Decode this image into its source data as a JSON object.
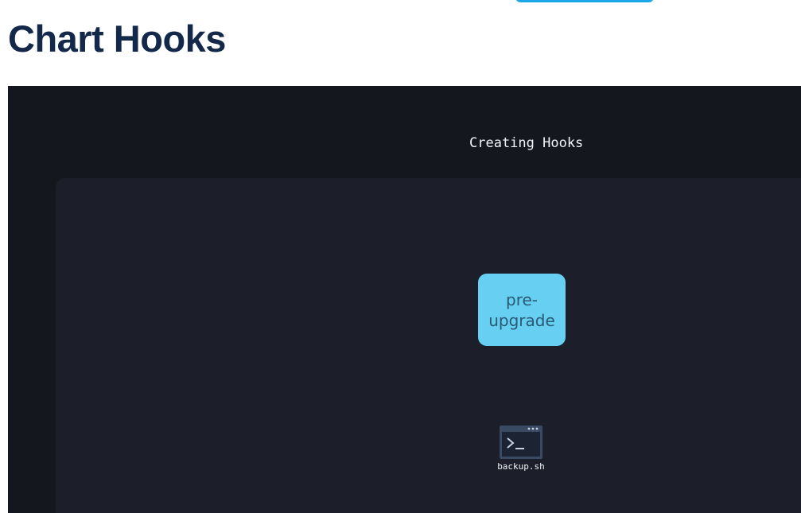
{
  "page": {
    "title": "Chart Hooks"
  },
  "video": {
    "title": "Creating Hooks",
    "hook_label": "pre-upgrade",
    "script_label": "backup.sh",
    "script_icon": "terminal-icon"
  },
  "colors": {
    "title": "#14284a",
    "frame_bg": "#14171d",
    "panel_bg": "#1c1f2a",
    "hook_fill": "#67cff1",
    "hook_text": "#285a75",
    "accent": "#1ba6e6"
  }
}
